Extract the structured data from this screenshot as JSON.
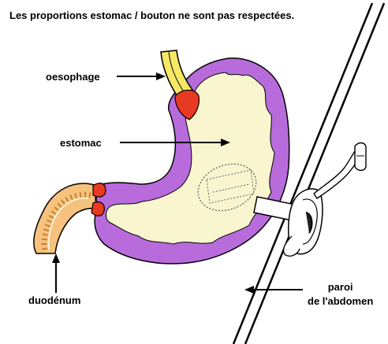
{
  "title": "Les proportions estomac / bouton ne sont pas respectées.",
  "labels": {
    "oesophage": "oesophage",
    "estomac": "estomac",
    "duodenum": "duodénum",
    "paroi_line1": "paroi",
    "paroi_line2": "de l'abdomen"
  },
  "colors": {
    "stomach_wall": "#b86cdc",
    "stomach_inner": "#f8f5cf",
    "sphincter": "#e83a22",
    "oesophagus": "#f5e867",
    "duodenum_fold": "#f6c27d",
    "button": "#ffffff",
    "outline": "#000000"
  }
}
